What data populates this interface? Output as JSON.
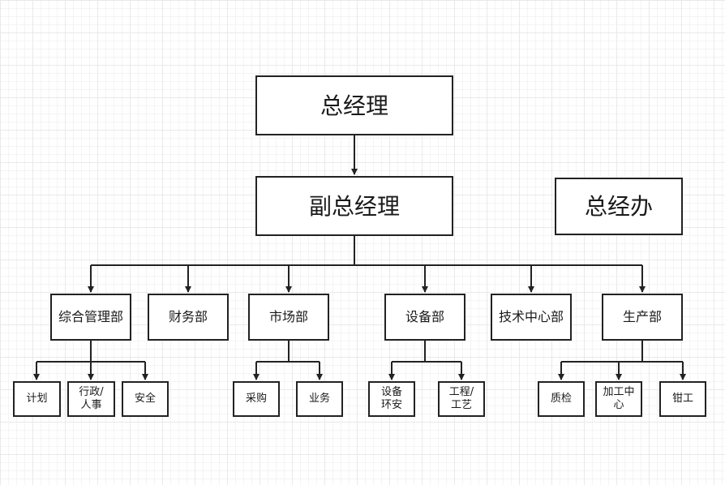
{
  "diagram": {
    "title": "组织架构图",
    "top": {
      "general_manager": "总经理"
    },
    "deputy": {
      "deputy_general_manager": "副总经理"
    },
    "office": {
      "general_office": "总经办"
    },
    "departments": {
      "comprehensive": "综合管理部",
      "finance": "财务部",
      "marketing": "市场部",
      "equipment": "设备部",
      "tech_center": "技术中心部",
      "production": "生产部"
    },
    "subunits": {
      "planning": "计划",
      "admin_hr": "行政/\n人事",
      "safety": "安全",
      "purchasing": "采购",
      "business": "业务",
      "equipment_env_safety": "设备\n环安",
      "engineering_process": "工程/\n工艺",
      "quality_inspection": "质检",
      "machining_center": "加工中\n心",
      "fitter": "钳工"
    },
    "colors": {
      "line": "#222222",
      "box_border": "#222222",
      "grid": "#e9e9e9"
    }
  }
}
